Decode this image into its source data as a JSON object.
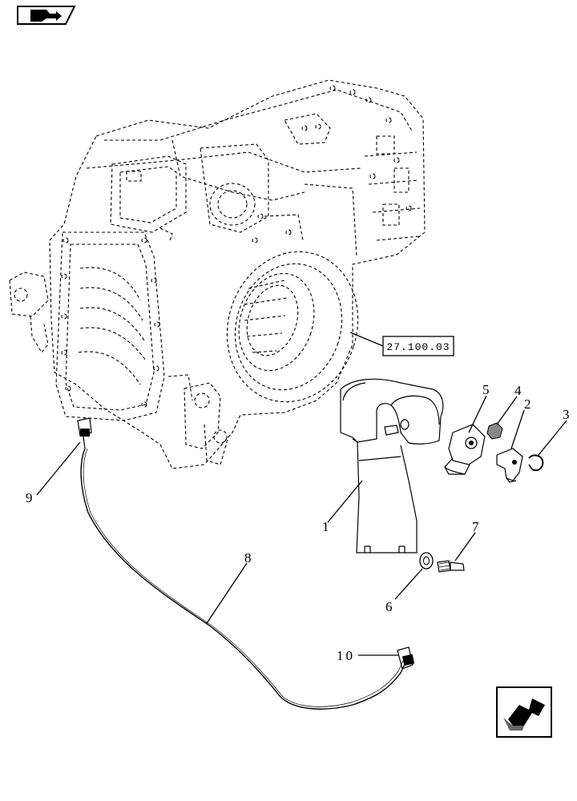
{
  "diagram": {
    "reference_box": "27.100.03",
    "callouts": [
      "1",
      "2",
      "3",
      "4",
      "5",
      "6",
      "7",
      "8",
      "9",
      "10"
    ]
  },
  "icons": {
    "top_left": "book-arrow-icon",
    "bottom_right": "next-page-arrow-icon"
  }
}
